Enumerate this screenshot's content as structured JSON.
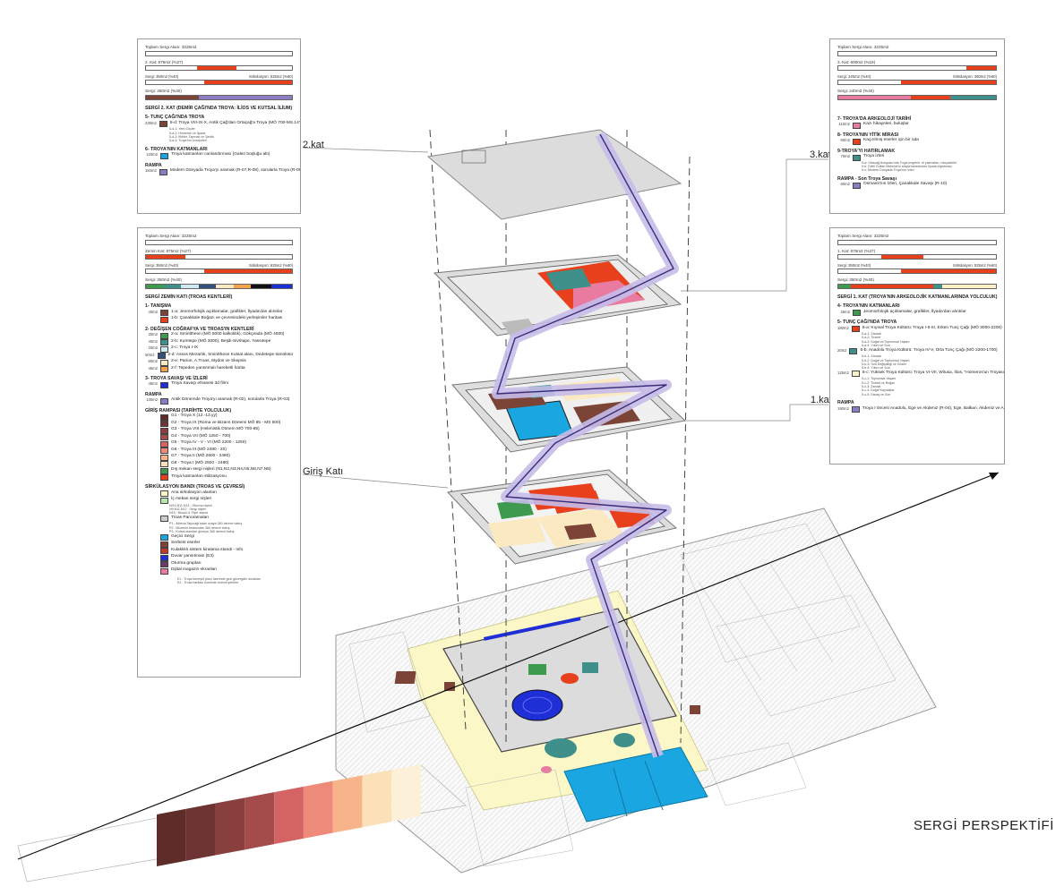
{
  "drawing_title": "SERGİ PERSPEKTİFİ",
  "level_labels": {
    "kat2": "2.kat",
    "kat3": "3.kat",
    "kat1": "1.kat",
    "giris": "Giriş Katı"
  },
  "colors": {
    "red": "#e8401c",
    "brown": "#7b4437",
    "pink": "#e97aa0",
    "cyan": "#1aa6e0",
    "green": "#3e9a4e",
    "teal": "#3f8f8a",
    "purple": "#8e7cc3",
    "blue": "#1f2fd6",
    "cream": "#fbe9c2",
    "lightyellow": "#fbf7c6"
  },
  "panel_2kat": {
    "lines": [
      "Toplam Sergi Alanı: 3225m2",
      "2. Kat: 875m2 (%27)",
      "Sergi: 350m2 (%40)",
      "Sirkülasyon: 525m2 (%60)",
      "Sergi: 350m2 (%40)"
    ],
    "heading": "SERGİ 2. KAT (DEMİR ÇAĞI'NDA TROYA: İLİOS VE KUTSAL İLİUM)",
    "groups": [
      {
        "title": "5- TUNÇ ÇAĞI'NDA TROYA",
        "items": [
          {
            "area": "230m2",
            "color": "#7b4437",
            "text": "5-d: Troya VIII-IX-X, Antik Çağ'dan Ortaçağ'a Troya (MÖ 700-MS.14YY)",
            "subs": [
              "5-d-1: Yeni Göçler",
              "5-d-2: Homeros ve İlyada",
              "5-d-3: İlkbler, Tapınak ve Şenlik",
              "5-d-4: Troya'nın kompüteri"
            ]
          }
        ]
      },
      {
        "title": "6- TROYA'NIN KATMANLARI",
        "items": [
          {
            "area": "120m2",
            "color": "#1aa6e0",
            "text": "Troya katmanları canlandırması (Galeri boşluğu altı)",
            "subs": []
          }
        ]
      },
      {
        "title": "RAMPA",
        "items": [
          {
            "area": "184m2",
            "color": "#8e7cc3",
            "text": "Modern Dünyada Troya'yı aramak (R-07,R-08), sorularla Troya (R-09)",
            "subs": []
          }
        ]
      }
    ]
  },
  "panel_zemin": {
    "lines": [
      "Toplam Sergi Alanı: 3225m2",
      "Zemin Kat: 875m2 (%27)",
      "Sergi: 350m2 (%40)",
      "Sirkülasyon: 525m2 (%60)",
      "Sergi: 350m2 (%40)"
    ],
    "heading": "SERGİ ZEMİN KATI (TROAS KENTLERİ)",
    "groups": [
      {
        "title": "1- TANIŞMA",
        "items": [
          {
            "area": "40m2",
            "color": "#7b4437",
            "text": "1-a: Jeomorfolojik açıklamalar, grafikler, İlyada'dan alıntılar"
          },
          {
            "area": "",
            "color": "#e8401c",
            "text": "1-b: Çanakkale Boğazı ve çevresindeki yerleşimler haritası"
          }
        ]
      },
      {
        "title": "2- DEĞİŞEN COĞRAFYA VE TROAS'IN KENTLERİ",
        "items": [
          {
            "area": "30m2",
            "color": "#3e9a4e",
            "text": "2-a: Sminttheon (MÖ 5000 kalkolitik), Gökçeada (MÖ 4000)"
          },
          {
            "area": "40m2",
            "color": "#3f8f8a",
            "text": "2-b: Kumtepe (MÖ 3000), Beşik-Sivritape, Yassıtepe"
          },
          {
            "area": "20m2",
            "color": "#cfe9f2",
            "text": "2-c: Troya I-IX"
          },
          {
            "area": "50m2",
            "color": "#35507a",
            "text": "2-d: Assos Mezarlık, Sminttheon Kutsal alanı, Dedetepe tümülüsü"
          },
          {
            "area": "60m2",
            "color": "#fbe9c2",
            "text": "2-e: Parion, A.Troas, Mydos ve Skepsis"
          },
          {
            "area": "45m2",
            "color": "#f2a24a",
            "text": "2-f: Tepeden yansıtmalı hareketli harita"
          }
        ]
      },
      {
        "title": "3- TROYA SAVAŞI VE İZLERİ",
        "items": [
          {
            "area": "45m2",
            "color": "#1f2fd6",
            "text": "Troya Savaşı efsanesi 3d filmi"
          }
        ]
      },
      {
        "title": "RAMPA",
        "items": [
          {
            "area": "130m2",
            "color": "#8e7cc3",
            "text": "Antik Dönemde Troya'yı aramak (R-02), sorularla Troya (R-03)"
          }
        ]
      },
      {
        "title": "GİRİŞ RAMPASI (TARİHTE YOLCULUK)",
        "items": [
          {
            "area": "",
            "color": "#5e2d2a",
            "text": "G1 - Troya X (12.-13.yy)"
          },
          {
            "area": "",
            "color": "#6e3434",
            "text": "G2 - Troya IX (Roma ve Bizans Dönemi MÖ 85 - MS 500)"
          },
          {
            "area": "",
            "color": "#8a3f3f",
            "text": "G3 - Troya VIII (Helenistik Dönem MÖ 700-85)"
          },
          {
            "area": "",
            "color": "#a44c4c",
            "text": "G4 - Troya VII (MÖ 1250 - 700)"
          },
          {
            "area": "",
            "color": "#d46464",
            "text": "G5 - Troya IV - V - VI (MÖ 2200 - 1250)"
          },
          {
            "area": "",
            "color": "#ee8a7a",
            "text": "G6 - Troya III (MÖ 2480 - 20)"
          },
          {
            "area": "",
            "color": "#f7b48a",
            "text": "G7 - Troya II (MÖ 2600 - 2480)"
          },
          {
            "area": "",
            "color": "#fbe0b8",
            "text": "G8 - Troya I (MÖ 2920 - 2480)"
          },
          {
            "area": "",
            "color": "#3e9a4e",
            "text": "Dış mekan sergi nişleri (N1,N2,N3,N4,N5,N6,N7,N8)"
          },
          {
            "area": "",
            "color": "#e8401c",
            "text": "Troya katmanları stilizasyonu"
          }
        ]
      },
      {
        "title": "SİRKÜLASYON BANDI (TROAS VE ÇEVRESİ)",
        "items": [
          {
            "area": "",
            "color": "#fbf7c6",
            "text": "Ana sirkülasyon alanları"
          },
          {
            "area": "",
            "color": "#b8e6a8",
            "text": "İç mekan sergi nişleri",
            "subs": [
              "N/10,N11,N14 : Oturma nişleri",
              "N9,N11,N12 : Sergi nişleri",
              "N15 : Broşür & Flyer standı"
            ]
          },
          {
            "area": "",
            "color": "#cccccc",
            "text": "Troas Panoramaları",
            "subs": [
              "P1 : Athena Tapınağı'ndan ovaya 360 derece bakış",
              "P2 : Müzenin terasından 360 derece bakış",
              "P3 : Kutsal alandan güneye 360 derece bakış"
            ]
          },
          {
            "area": "",
            "color": "#1aa6e0",
            "text": "Geçici Sergi"
          },
          {
            "area": "",
            "color": "#7b4437",
            "text": "Serbest eserler"
          },
          {
            "area": "",
            "color": "#c0392b",
            "text": "Kulaklıklı sistem kiralama standı - info"
          },
          {
            "area": "",
            "color": "#1f2fd6",
            "text": "Duvar yansıtması (E3)"
          },
          {
            "area": "",
            "color": "#6b3a66",
            "text": "Oturma grupları"
          },
          {
            "area": "",
            "color": "#e97aa0",
            "text": "Dijital magazin ekranları"
          }
        ]
      }
    ],
    "footnotes": [
      "E1 : Troya tümeyel planı üzerinde gezi güzergâhı durakları",
      "E2 : Troas haritası üzerinde önemli şehirler"
    ]
  },
  "panel_3kat": {
    "lines": [
      "Toplam Sergi Alanı: 3225m2",
      "3. Kat: 600m2 (%19)",
      "Sergi: 240m2 (%40)",
      "Sirkülasyon: 360m2 (%60)",
      "Sergi: 240m2 (%40)"
    ],
    "groups": [
      {
        "title": "7- TROYA'DA ARKEOLOJİ TARİHİ",
        "items": [
          {
            "area": "110m2",
            "color": "#e97aa0",
            "text": "Kazı hikayeleri, buluşlar"
          }
        ]
      },
      {
        "title": "8- TROYA'NIN YİTİK MİRASI",
        "items": [
          {
            "area": "60m2",
            "color": "#e8401c",
            "text": "Kaçırılmış eserler için bir oda"
          }
        ]
      },
      {
        "title": "9-TROYA'YI HATIRLAMAK",
        "items": [
          {
            "area": "70m2",
            "color": "#3f8f8a",
            "text": "Troya izleri",
            "subs": [
              "9-a: Ortaçağ Avrupası'nda Troya imgeleri: el yazmaları, minyatürler",
              "9-b: Fatih Sultan Mehmet'in sütçürhanesinden İlyada elyazması",
              "9-c: Modern Dünyada Troya'nın izleri"
            ]
          }
        ]
      },
      {
        "title": "RAMPA - Son Troya Savaşı",
        "items": [
          {
            "area": "60m2",
            "color": "#8e7cc3",
            "text": "Osmanlı'nın İzleri, Çanakkale Savaşı (R-10)"
          }
        ]
      }
    ]
  },
  "panel_1kat": {
    "lines": [
      "Toplam Sergi Alanı: 3225m2",
      "1. Kat: 875m2 (%27)",
      "Sergi: 350m2 (%40)",
      "Sirkülasyon: 525m2 (%60)",
      "Sergi: 350m2 (%40)"
    ],
    "heading": "SERGİ 1. KAT (TROYA'NIN ARKEOLOJİK KATMANLARINDA YOLCULUK)",
    "groups": [
      {
        "title": "4- TROYA'NIN KATMANLARI",
        "items": [
          {
            "area": "25m2",
            "color": "#3e9a4e",
            "text": "Jeomorfolojik açıklamalar, grafikler, İlyada'dan alıntılar"
          }
        ]
      },
      {
        "title": "5- TUNÇ ÇAĞI'NDA TROYA",
        "items": [
          {
            "area": "180m2",
            "color": "#e8401c",
            "text": "5-a: Kıyısal Troya Kültürü: Troya I-II-III, Erken Tunç Çağı (MÖ 3000-2200)",
            "subs": [
              "5-a-1: Zanaat",
              "5-a-2: Ticaret",
              "5-a-3: Doğal ve Toplumsal Yaşam",
              "5-a-4: Yıkım ve Son"
            ]
          },
          {
            "area": "20m2",
            "color": "#3f8f8a",
            "text": "5-b: Anadolu Troya Kültürü: Troya IV-V, Orta Tunç Çağı (MÖ 2200-1700)",
            "subs": [
              "5-b-1: Zanaat",
              "5-b-2: Doğal ve Toplumsal Yaşam",
              "5-b-3: Son Değişikliği ve Gözler",
              "5-b-4: Yıkım ve Son"
            ]
          },
          {
            "area": "125m2",
            "color": "#fbf0c8",
            "text": "5-c: Yüksek Troya Kültürü: Troya VI-VII, Wilusa, İlios, \"Homeros'un Troyası\"",
            "subs": [
              "5-c-1: Toplumsal Yaşam",
              "5-c-2: Ticaret ve Boğaz",
              "5-c-3: Zanaat",
              "5-c-4: Doğal Kaynaklar",
              "5-c-5: Savaş ve Son"
            ]
          }
        ]
      },
      {
        "title": "RAMPA",
        "items": [
          {
            "area": "190m2",
            "color": "#8e7cc3",
            "text": "Troya I öncesi Anadolu, Ege ve Akdeniz (R-04), Ege, Balkan, Akdeniz ve Anadolu'da tunç çağı sonu (R-05), sorularla Troya (R-06)"
          }
        ]
      }
    ]
  }
}
